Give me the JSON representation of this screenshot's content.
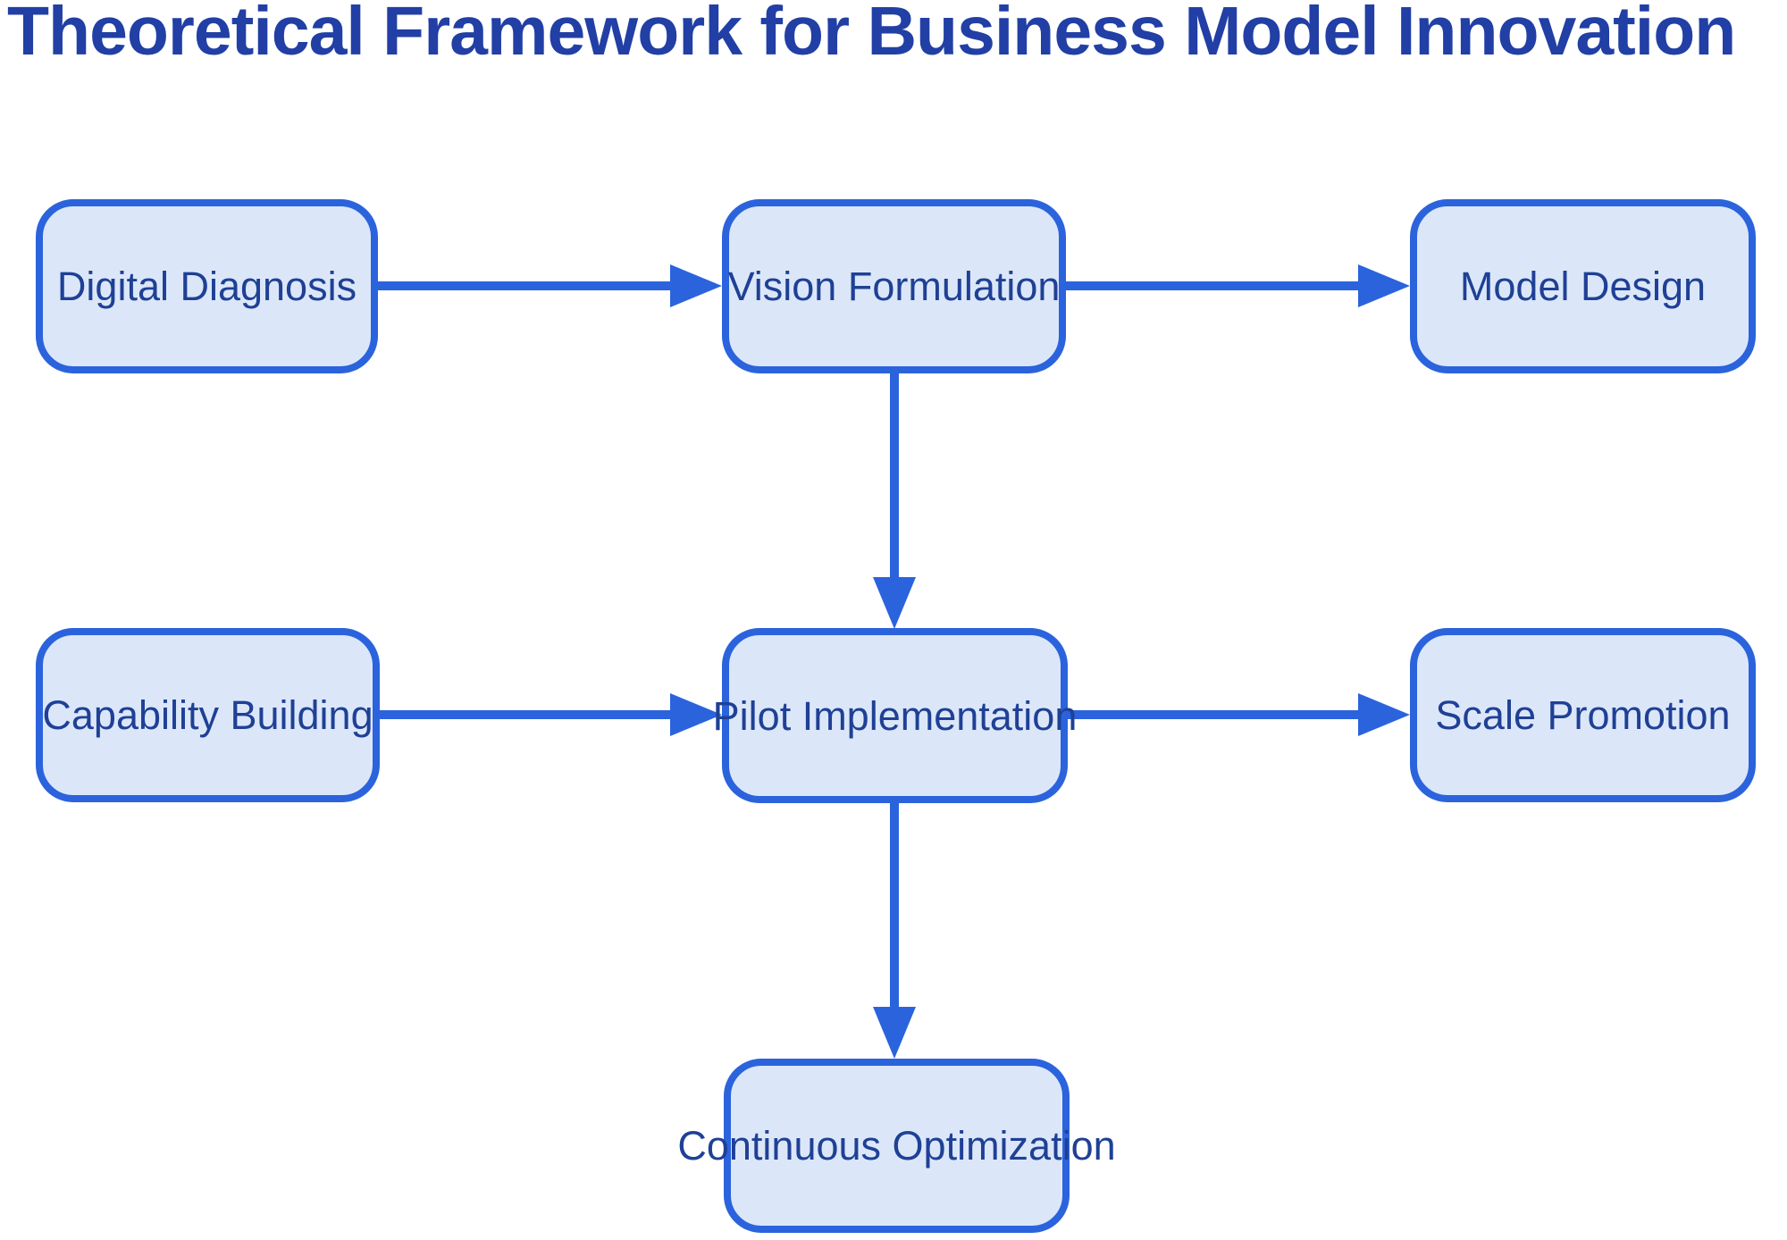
{
  "title": "Theoretical Framework for Business Model Innovation",
  "diagram": {
    "type": "flowchart",
    "nodes": [
      {
        "id": "digital-diagnosis",
        "label": "Digital Diagnosis"
      },
      {
        "id": "vision-formulation",
        "label": "Vision Formulation"
      },
      {
        "id": "model-design",
        "label": "Model Design"
      },
      {
        "id": "capability-building",
        "label": "Capability Building"
      },
      {
        "id": "pilot-implementation",
        "label": "Pilot Implementation"
      },
      {
        "id": "scale-promotion",
        "label": "Scale Promotion"
      },
      {
        "id": "continuous-optimization",
        "label": "Continuous Optimization"
      }
    ],
    "edges": [
      {
        "from": "digital-diagnosis",
        "to": "vision-formulation",
        "direction": "right"
      },
      {
        "from": "vision-formulation",
        "to": "model-design",
        "direction": "right"
      },
      {
        "from": "vision-formulation",
        "to": "pilot-implementation",
        "direction": "down"
      },
      {
        "from": "capability-building",
        "to": "pilot-implementation",
        "direction": "right"
      },
      {
        "from": "pilot-implementation",
        "to": "scale-promotion",
        "direction": "right"
      },
      {
        "from": "pilot-implementation",
        "to": "continuous-optimization",
        "direction": "down"
      }
    ],
    "colors": {
      "background": "#ffffff",
      "node_fill": "#dbe7f9",
      "node_border": "#2b63dd",
      "node_text": "#1f4095",
      "title_text": "#213fa5",
      "arrow": "#2b63dd"
    }
  }
}
